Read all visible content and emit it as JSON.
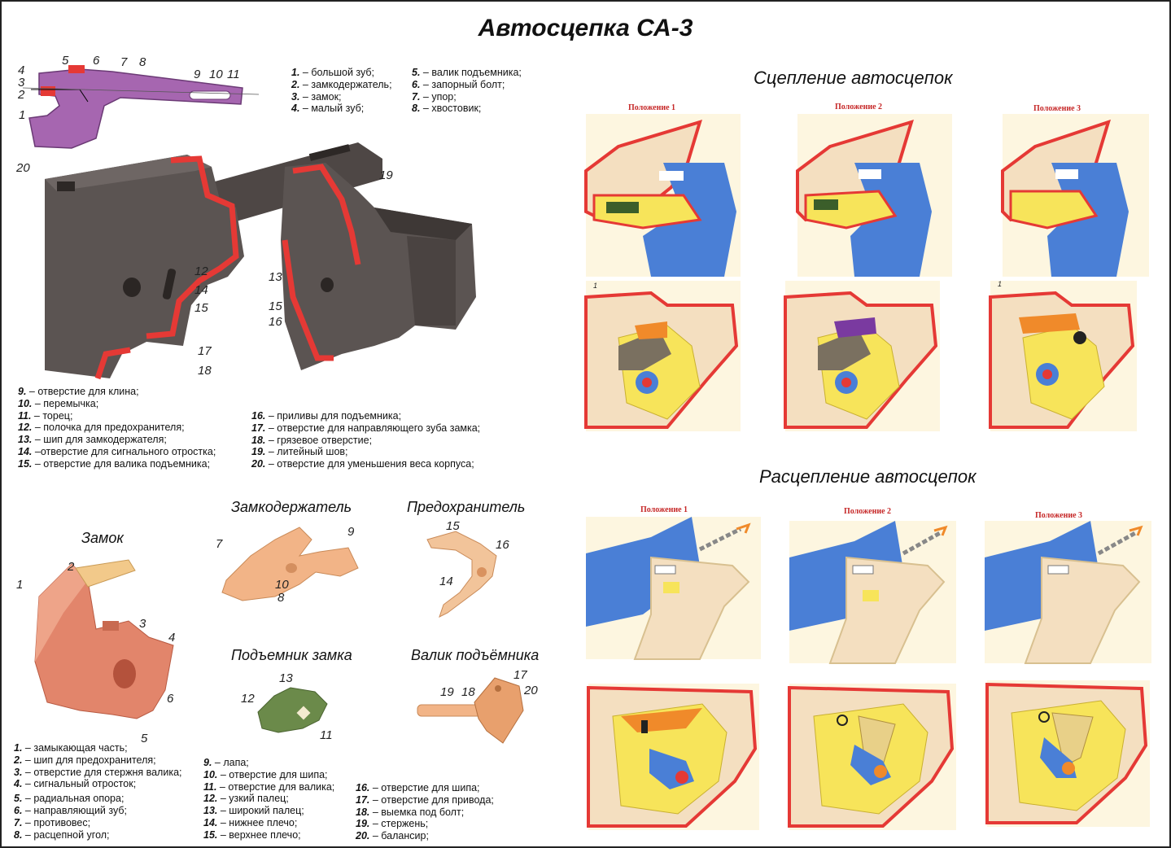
{
  "title": "Автосцепка СА-3",
  "sections": {
    "coupling": "Сцепление автосцепок",
    "uncoupling": "Расцепление автосцепок"
  },
  "positions": [
    "Положение 1",
    "Положение 2",
    "Положение 3"
  ],
  "parts": {
    "lock": "Замок",
    "lock_holder": "Замкодержатель",
    "safety": "Предохранитель",
    "lifter": "Подъемник замка",
    "shaft": "Валик подъёмника"
  },
  "legend_body_a": [
    {
      "num": "1.",
      "text": " – большой зуб;"
    },
    {
      "num": "2.",
      "text": " – замкодержатель;"
    },
    {
      "num": "3.",
      "text": " – замок;"
    },
    {
      "num": "4.",
      "text": " – малый зуб;"
    }
  ],
  "legend_body_b": [
    {
      "num": "5.",
      "text": " – валик подъемника;"
    },
    {
      "num": "6.",
      "text": " – запорный болт;"
    },
    {
      "num": "7.",
      "text": " – упор;"
    },
    {
      "num": "8.",
      "text": " – хвостовик;"
    }
  ],
  "legend_body_c": [
    {
      "num": "9.",
      "text": " – отверстие для клина;"
    },
    {
      "num": "10.",
      "text": " – перемычка;"
    },
    {
      "num": "11.",
      "text": " – торец;"
    },
    {
      "num": "12.",
      "text": " – полочка для предохранителя;"
    },
    {
      "num": "13.",
      "text": " – шип для замкодержателя;"
    },
    {
      "num": "14.",
      "text": " –отверстие для сигнального отростка;"
    },
    {
      "num": "15.",
      "text": " – отверстие для валика подъемника;"
    }
  ],
  "legend_body_d": [
    {
      "num": "16.",
      "text": " – приливы для подъемника;"
    },
    {
      "num": "17.",
      "text": " – отверстие для направляющего зуба замка;"
    },
    {
      "num": "18.",
      "text": " – грязевое отверстие;"
    },
    {
      "num": "19.",
      "text": " – литейный шов;"
    },
    {
      "num": "20.",
      "text": " – отверстие для уменьшения веса корпуса;"
    }
  ],
  "legend_parts_a": [
    {
      "num": "1.",
      "text": " – замыкающая часть;"
    },
    {
      "num": "2.",
      "text": " – шип для предохранителя;"
    },
    {
      "num": "3.",
      "text": " – отверстие для стержня валика;"
    },
    {
      "num": "4.",
      "text": " – сигнальный отросток;"
    },
    {
      "num": "5.",
      "text": " – радиальная опора;"
    },
    {
      "num": "6.",
      "text": " – направляющий зуб;"
    },
    {
      "num": "7.",
      "text": " – противовес;"
    },
    {
      "num": "8.",
      "text": " – расцепной угол;"
    }
  ],
  "legend_parts_b": [
    {
      "num": "9.",
      "text": " – лапа;"
    },
    {
      "num": "10.",
      "text": " – отверстие для шипа;"
    },
    {
      "num": "11.",
      "text": " – отверстие для валика;"
    },
    {
      "num": "12.",
      "text": " – узкий палец;"
    },
    {
      "num": "13.",
      "text": " – широкий палец;"
    },
    {
      "num": "14.",
      "text": " – нижнее плечо;"
    },
    {
      "num": "15.",
      "text": " – верхнее плечо;"
    }
  ],
  "legend_parts_c": [
    {
      "num": "16.",
      "text": " – отверстие для шипа;"
    },
    {
      "num": "17.",
      "text": " – отверстие для привода;"
    },
    {
      "num": "18.",
      "text": " – выемка под болт;"
    },
    {
      "num": "19.",
      "text": " – стержень;"
    },
    {
      "num": "20.",
      "text": " – балансир;"
    }
  ],
  "callouts": {
    "top_body": [
      "1",
      "2",
      "3",
      "4",
      "5",
      "6",
      "7",
      "8",
      "9",
      "10",
      "11"
    ],
    "body": [
      "20",
      "19",
      "12",
      "14",
      "15",
      "13",
      "15",
      "16",
      "17",
      "18"
    ],
    "lock": [
      "1",
      "2",
      "3",
      "4",
      "6",
      "5"
    ],
    "holder": [
      "7",
      "9",
      "10",
      "8"
    ],
    "safety": [
      "15",
      "16",
      "14"
    ],
    "lifter": [
      "13",
      "12",
      "11"
    ],
    "shaft": [
      "17",
      "19",
      "18",
      "20"
    ],
    "coupling_small": [
      "1",
      "1"
    ]
  },
  "colors": {
    "body": "#5b5452",
    "body_dark": "#3e3836",
    "cut": "#e53935",
    "purple": "#a666b0",
    "peach": "#f2b487",
    "olive": "#6b8a4a",
    "blue": "#4a7fd6",
    "yellow": "#f7e45a",
    "beige": "#f4dfc0",
    "red": "#e53935",
    "orange": "#f08a2a"
  }
}
